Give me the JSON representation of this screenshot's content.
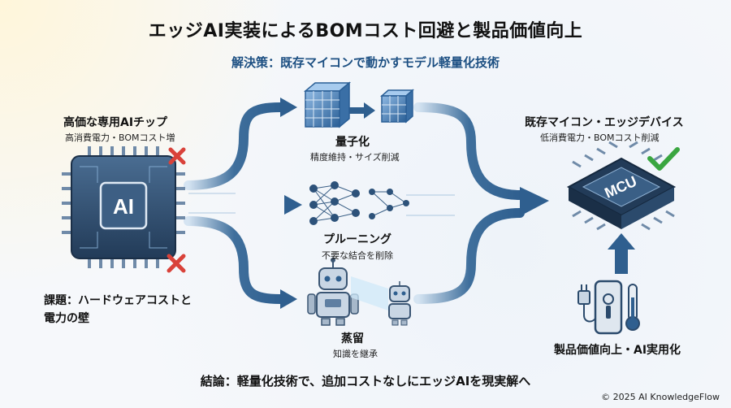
{
  "title": "エッジAI実装によるBOMコスト回避と製品価値向上",
  "subtitle": "解決策：既存マイコンで動かすモデル軽量化技術",
  "left_chip": {
    "title": "高価な専用AIチップ",
    "subtitle": "高消費電力・BOMコスト増",
    "chip_text": "AI"
  },
  "issue": {
    "line1": "課題：ハードウェアコストと",
    "line2": "電力の壁"
  },
  "techniques": [
    {
      "title": "量子化",
      "subtitle": "精度維持・サイズ削減"
    },
    {
      "title": "プルーニング",
      "subtitle": "不要な結合を削除"
    },
    {
      "title": "蒸留",
      "subtitle": "知識を継承"
    }
  ],
  "right_chip": {
    "title": "既存マイコン・エッジデバイス",
    "subtitle": "低消費電力・BOMコスト削減",
    "chip_text": "MCU"
  },
  "product_value": "製品価値向上・AI実用化",
  "conclusion": "結論：軽量化技術で、追加コストなしにエッジAIを現実解へ",
  "copyright": "© 2025 AI KnowledgeFlow",
  "colors": {
    "flow_dark": "#2f5f8f",
    "flow_light": "#a9c6e2",
    "cross": "#d9423a",
    "check": "#3aa640",
    "chip": "#2b4a6c"
  }
}
